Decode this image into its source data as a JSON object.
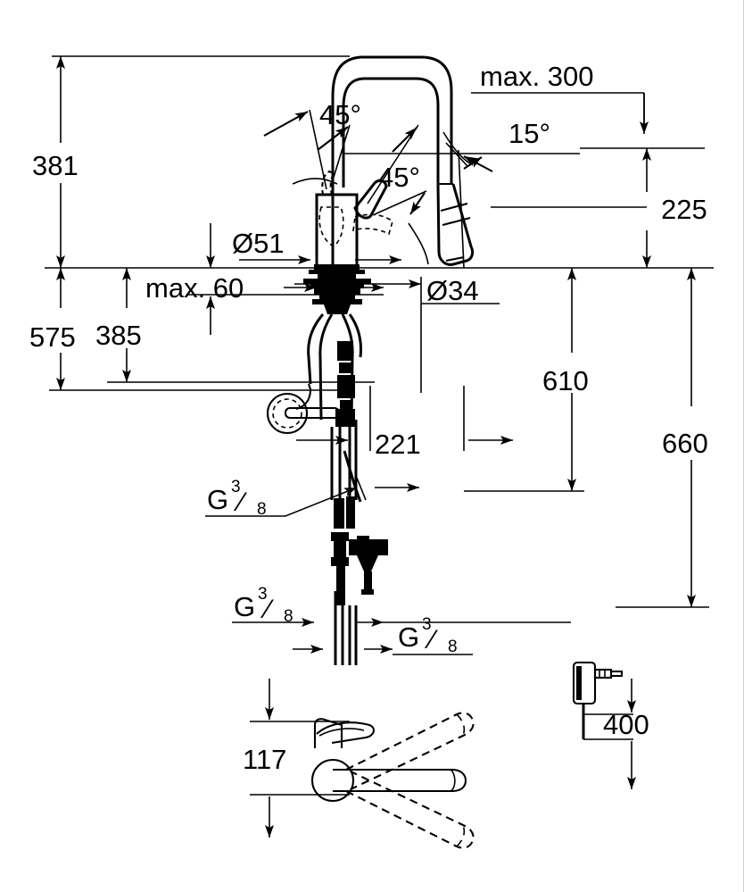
{
  "drawing": {
    "title": "Kitchen mixer tap technical dimension drawing",
    "line_color": "#000000",
    "background_color": "#ffffff",
    "units": "mm"
  },
  "dimensions": {
    "height_381": "381",
    "height_575": "575",
    "height_385": "385",
    "max_60": "max. 60",
    "dia_51": "Ø51",
    "dia_34": "Ø34",
    "max_300": "max. 300",
    "height_225": "225",
    "height_610": "610",
    "height_660": "660",
    "length_221": "221",
    "height_117": "117",
    "length_400": "400",
    "angle_45_upper": "45°",
    "angle_45_lower": "45°",
    "angle_15": "15°"
  },
  "threads": {
    "g38_left": {
      "letter": "G",
      "numerator": "3",
      "slash": "⁄",
      "denominator": "8"
    },
    "g38_lower_left": {
      "letter": "G",
      "numerator": "3",
      "slash": "⁄",
      "denominator": "8"
    },
    "g38_lower_right": {
      "letter": "G",
      "numerator": "3",
      "slash": "⁄",
      "denominator": "8"
    }
  },
  "views": {
    "elevation": "front-elevation-faucet",
    "plan": "plan-view-swivel-range",
    "accessory": "power-adapter"
  }
}
